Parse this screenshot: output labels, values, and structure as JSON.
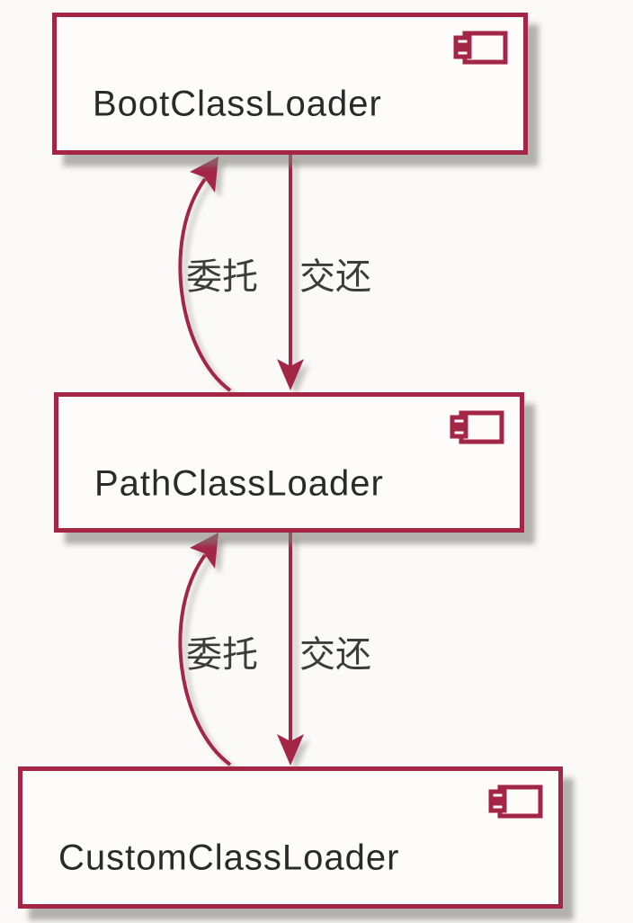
{
  "diagram": {
    "type": "uml-component-diagram",
    "colors": {
      "accent": "#A32647",
      "background": "#FBFAF8",
      "node_fill": "#FDFCFB",
      "node_text": "#2A2A2A",
      "edge_label": "#3C3C3C"
    },
    "nodes": [
      {
        "id": "boot",
        "label": "BootClassLoader",
        "icon": "component-icon"
      },
      {
        "id": "path",
        "label": "PathClassLoader",
        "icon": "component-icon"
      },
      {
        "id": "custom",
        "label": "CustomClassLoader",
        "icon": "component-icon"
      }
    ],
    "edges": [
      {
        "from": "PathClassLoader",
        "to": "BootClassLoader",
        "label": "委托",
        "style": "curved",
        "direction": "up"
      },
      {
        "from": "BootClassLoader",
        "to": "PathClassLoader",
        "label": "交还",
        "style": "straight",
        "direction": "down"
      },
      {
        "from": "CustomClassLoader",
        "to": "PathClassLoader",
        "label": "委托",
        "style": "curved",
        "direction": "up"
      },
      {
        "from": "PathClassLoader",
        "to": "CustomClassLoader",
        "label": "交还",
        "style": "straight",
        "direction": "down"
      }
    ]
  }
}
